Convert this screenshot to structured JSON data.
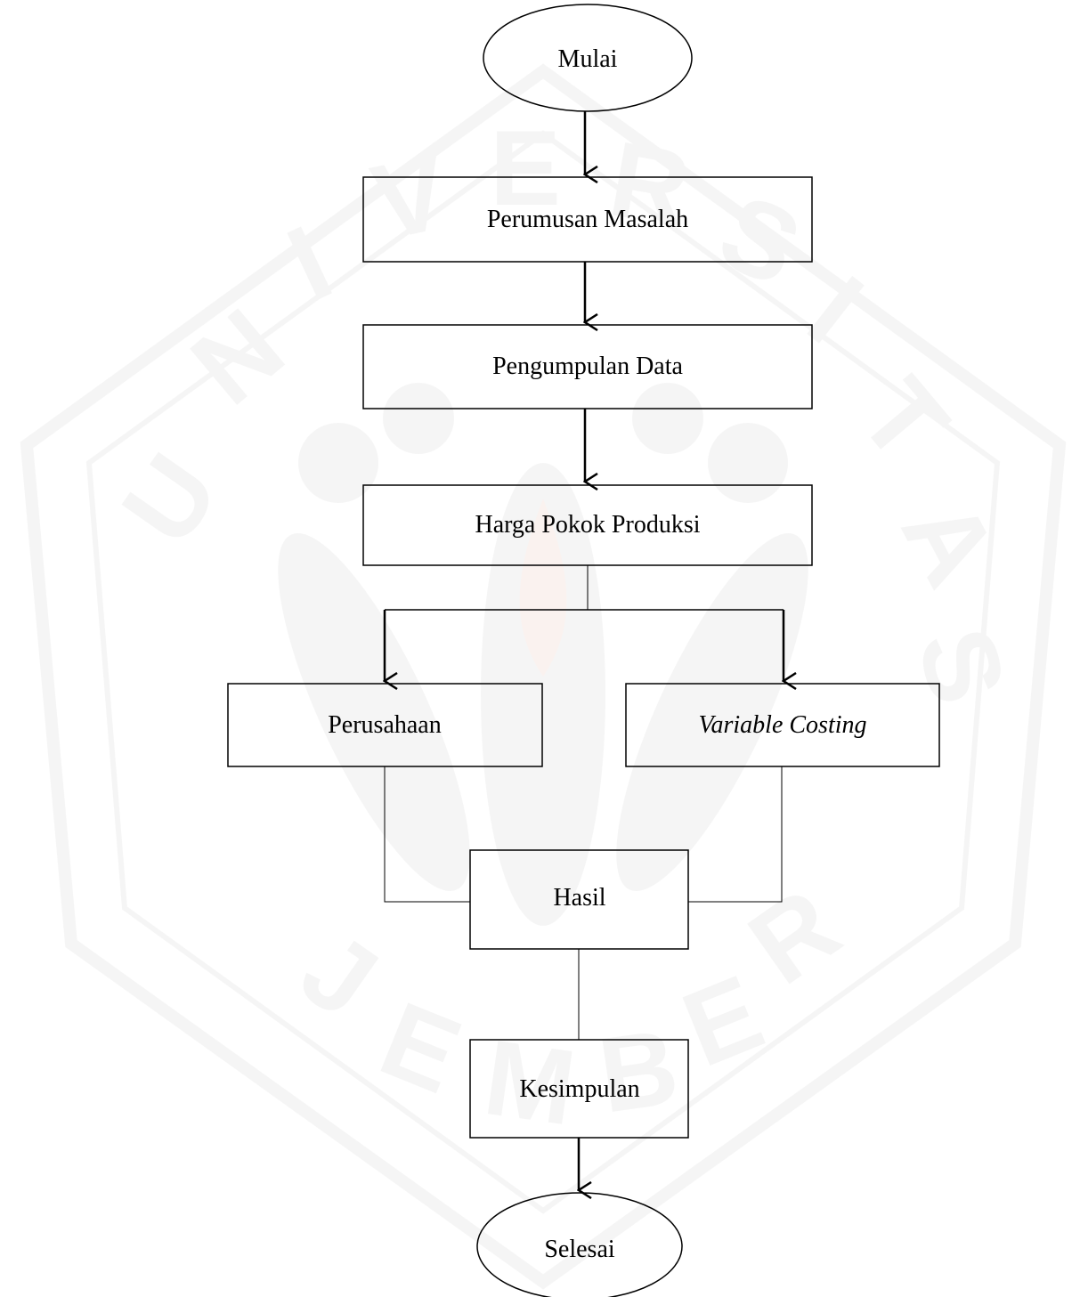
{
  "flowchart": {
    "nodes": {
      "start": "Mulai",
      "problem": "Perumusan Masalah",
      "data_collection": "Pengumpulan Data",
      "cost_of_production": "Harga Pokok Produksi",
      "company": "Perusahaan",
      "variable_costing": "Variable Costing",
      "result": "Hasil",
      "conclusion": "Kesimpulan",
      "end": "Selesai"
    }
  },
  "watermark": {
    "text": "UNIVERSITAS JEMBER",
    "color": "#9a9a9a",
    "accent_color": "#d27a5a"
  }
}
